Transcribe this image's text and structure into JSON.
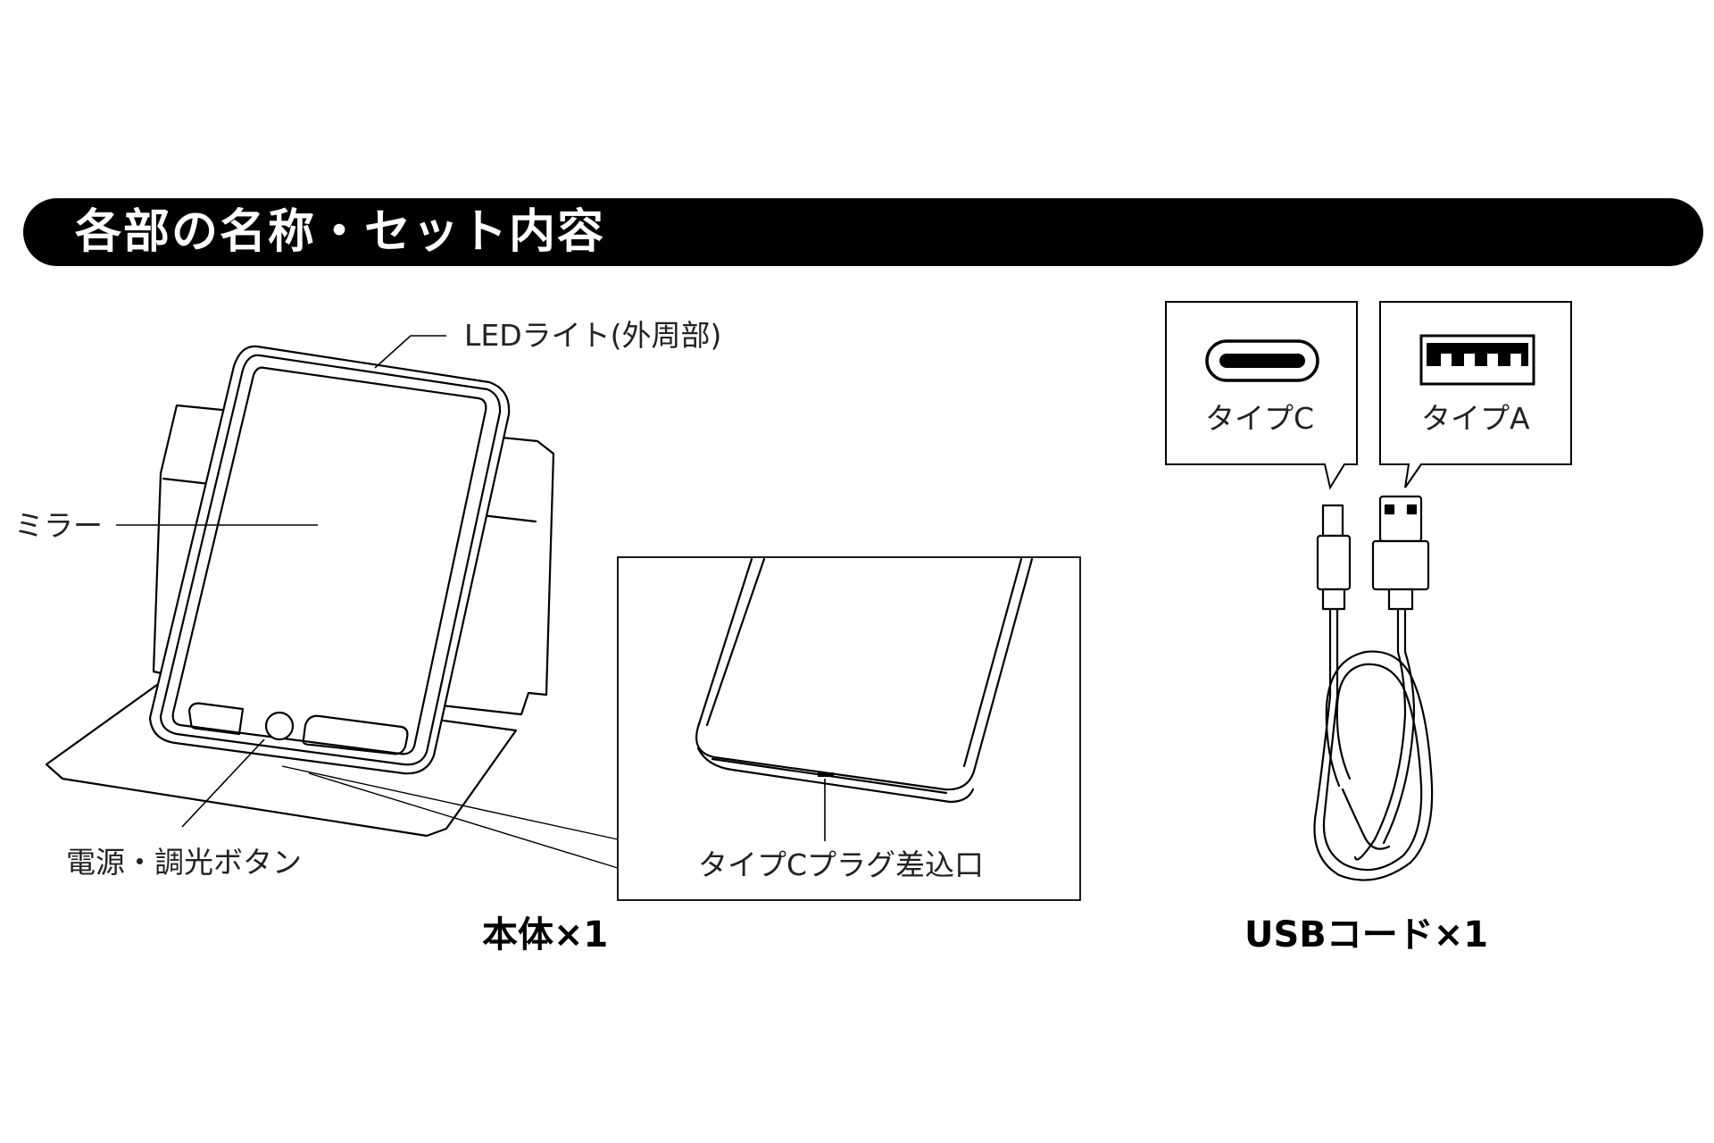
{
  "header": {
    "title": "各部の名称・セット内容"
  },
  "labels": {
    "led_light": "LEDライト(外周部)",
    "mirror": "ミラー",
    "power_button": "電源・調光ボタン",
    "typec_port": "タイプCプラグ差込口",
    "type_c": "タイプC",
    "type_a": "タイプA"
  },
  "captions": {
    "main_unit": "本体×1",
    "usb_cord": "USBコード×1"
  }
}
